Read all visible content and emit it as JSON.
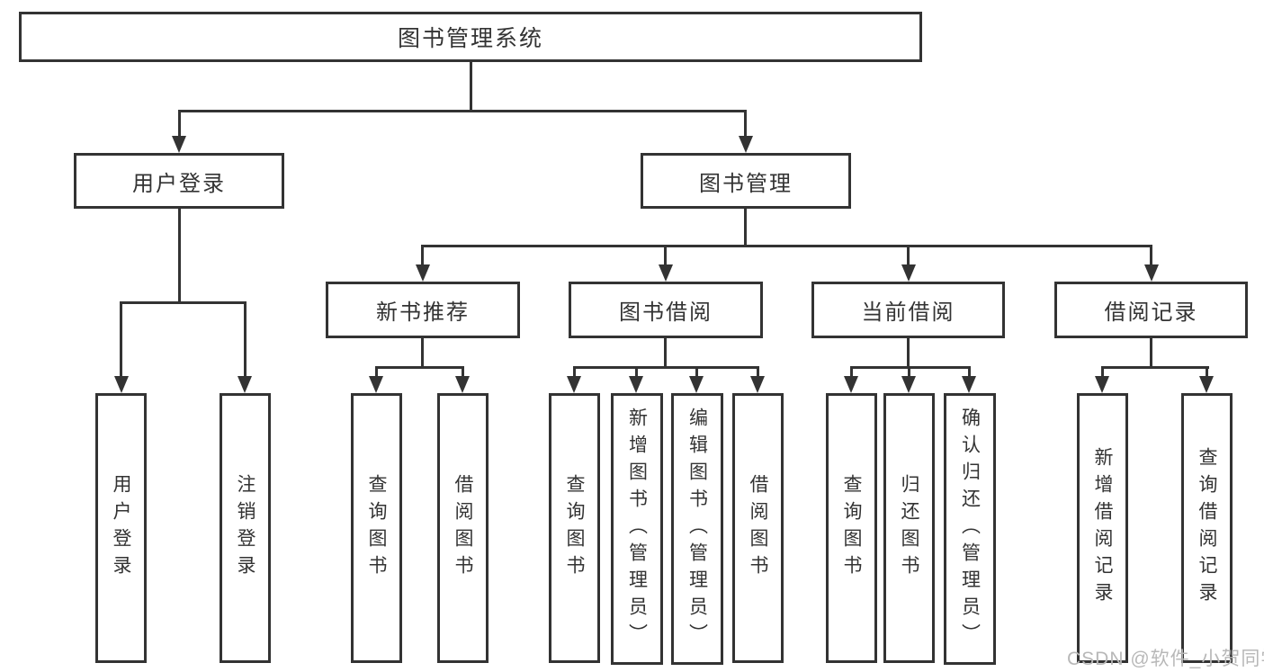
{
  "diagram": {
    "root": {
      "label": "图书管理系统"
    },
    "level2": {
      "user_login": {
        "label": "用户登录"
      },
      "book_mgmt": {
        "label": "图书管理"
      }
    },
    "level3": {
      "new_book": {
        "label": "新书推荐"
      },
      "book_borrow": {
        "label": "图书借阅"
      },
      "current_borrow": {
        "label": "当前借阅"
      },
      "borrow_record": {
        "label": "借阅记录"
      }
    },
    "leaves": {
      "user_login": [
        "用户登录",
        "注销登录"
      ],
      "new_book": [
        "查询图书",
        "借阅图书"
      ],
      "book_borrow": [
        "查询图书",
        "新增图书（管理员）",
        "编辑图书（管理员）",
        "借阅图书"
      ],
      "current_borrow": [
        "查询图书",
        "归还图书",
        "确认归还（管理员）"
      ],
      "borrow_record": [
        "新增借阅记录",
        "查询借阅记录"
      ]
    }
  },
  "watermark": {
    "text": "CSDN @软件_小贺同学"
  },
  "colors": {
    "line": "#333333",
    "text": "#333333",
    "watermark": "#b8b8b8",
    "background": "#ffffff"
  }
}
